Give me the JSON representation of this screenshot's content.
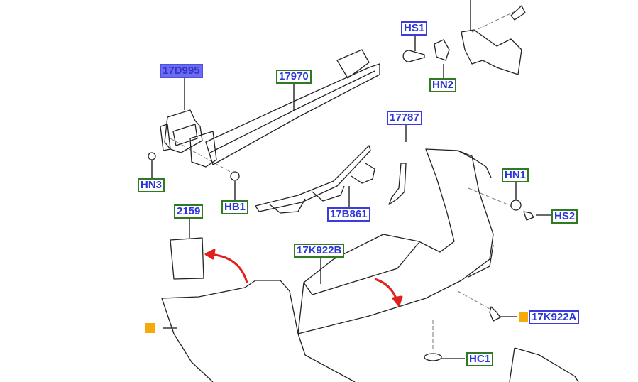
{
  "labels": {
    "l17D995": "17D995",
    "l17970": "17970",
    "lHS1": "HS1",
    "lHN2": "HN2",
    "l17787": "17787",
    "lHN3": "HN3",
    "lHB1": "HB1",
    "l17B861": "17B861",
    "lHN1": "HN1",
    "lHS2": "HS2",
    "l2159": "2159",
    "l17K922B": "17K922B",
    "l17K922A": "17K922A",
    "lHC1": "HC1"
  },
  "colors": {
    "marker": "#f5a90a",
    "arrow": "#e0201b",
    "highlight": "#6c6cf2"
  }
}
